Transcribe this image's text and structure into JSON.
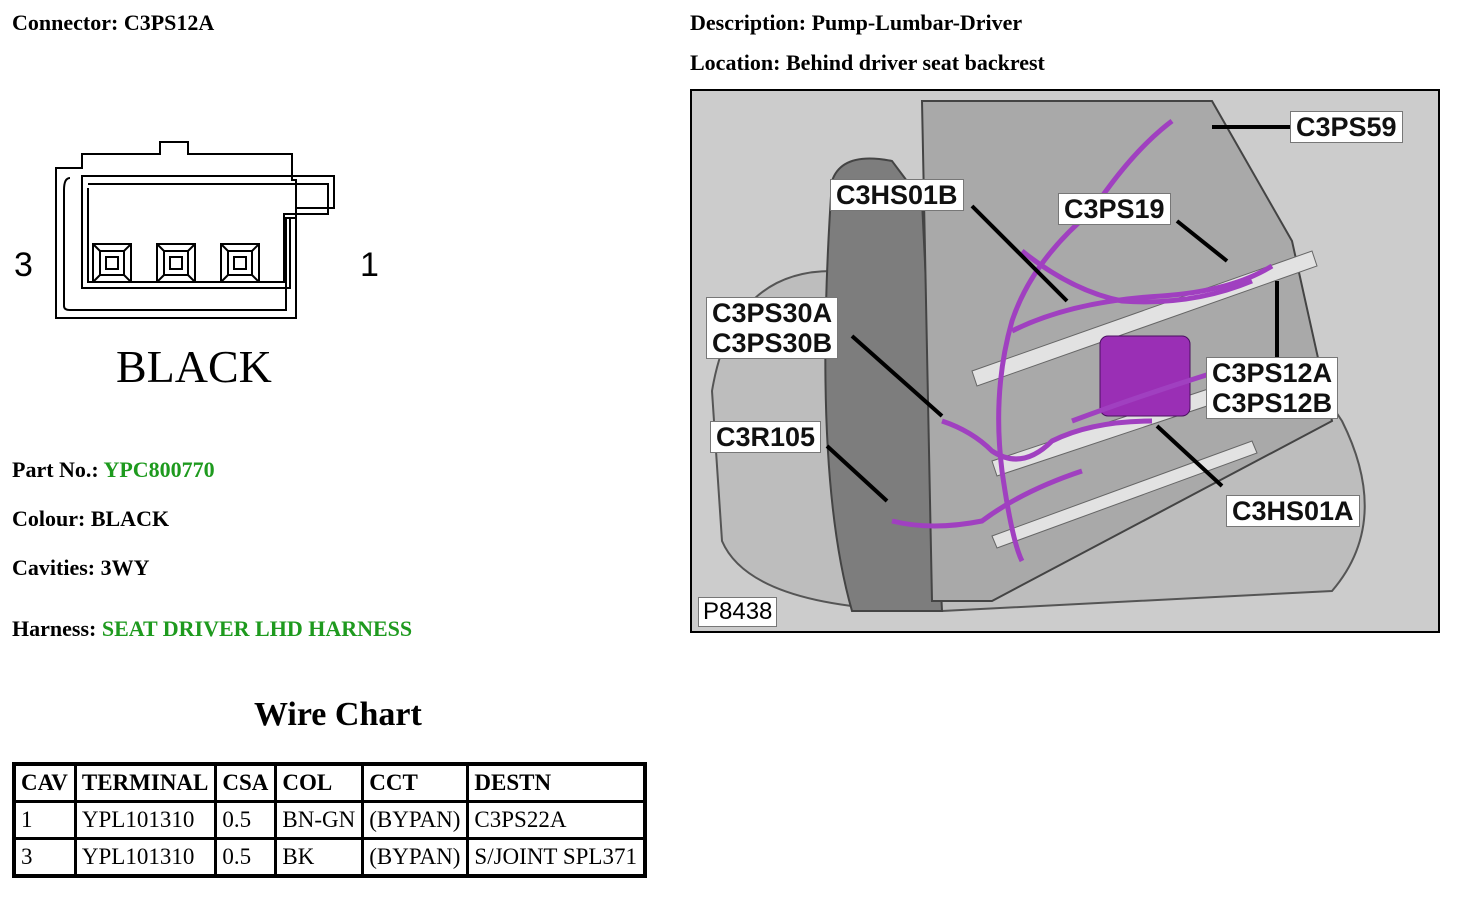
{
  "connector": {
    "label": "Connector:",
    "value": "C3PS12A"
  },
  "description": {
    "label": "Description:",
    "value": "Pump-Lumbar-Driver"
  },
  "location": {
    "label": "Location:",
    "value": "Behind driver seat backrest"
  },
  "diagram": {
    "pin_left": "3",
    "pin_right": "1",
    "color_text": "BLACK"
  },
  "part": {
    "label": "Part No.:",
    "value": "YPC800770"
  },
  "colour": {
    "label": "Colour:",
    "value": "BLACK"
  },
  "cavities": {
    "label": "Cavities:",
    "value": "3WY"
  },
  "harness": {
    "label": "Harness:",
    "value": "SEAT DRIVER LHD HARNESS"
  },
  "link_color": "#1e9a1e",
  "harness_color": "#a040c0",
  "wire_chart": {
    "title": "Wire Chart",
    "columns": [
      "CAV",
      "TERMINAL",
      "CSA",
      "COL",
      "CCT",
      "DESTN"
    ],
    "rows": [
      [
        "1",
        "YPL101310",
        "0.5",
        "BN-GN",
        "(BYPAN)",
        "C3PS22A"
      ],
      [
        "3",
        "YPL101310",
        "0.5",
        "BK",
        "(BYPAN)",
        "S/JOINT SPL371"
      ]
    ]
  },
  "photo": {
    "callouts": {
      "c3ps59": "C3PS59",
      "c3hs01b": "C3HS01B",
      "c3ps19": "C3PS19",
      "c3ps30": "C3PS30A\nC3PS30B",
      "c3ps12": "C3PS12A\nC3PS12B",
      "c3r105": "C3R105",
      "c3hs01a": "C3HS01A"
    },
    "figure_id": "P8438"
  }
}
